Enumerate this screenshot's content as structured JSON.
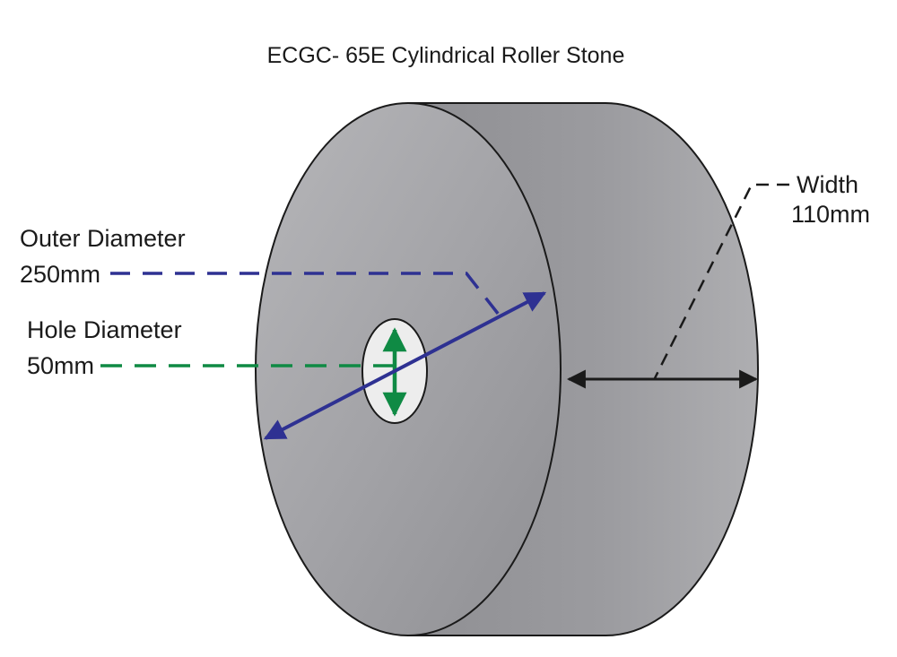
{
  "title": "ECGC- 65E Cylindrical Roller Stone",
  "annotations": {
    "outer_diameter": {
      "label": "Outer Diameter",
      "value": "250mm"
    },
    "hole_diameter": {
      "label": "Hole Diameter",
      "value": "50mm"
    },
    "width": {
      "label": "Width",
      "value": "110mm"
    }
  },
  "colors": {
    "outer_diameter_accent": "#2e3192",
    "hole_diameter_accent": "#0f8a44",
    "width_accent": "#1a1a1a",
    "outline": "#1a1a1a",
    "stone_gray": "#9c9ca0",
    "hole_fill": "#ededed",
    "background": "#ffffff"
  }
}
